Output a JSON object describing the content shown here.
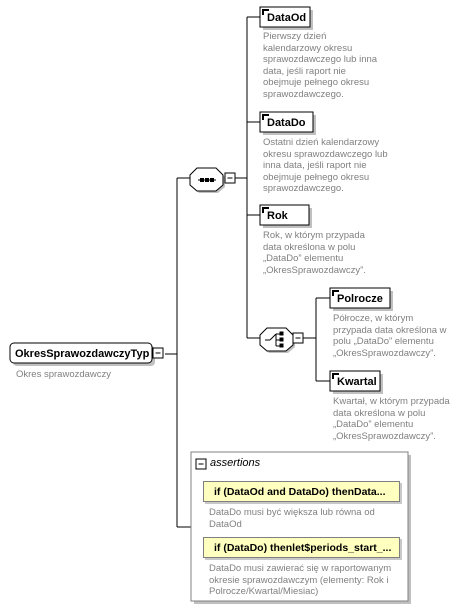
{
  "root": {
    "label": "OkresSprawozdawczyTyp",
    "doc": "Okres sprawozdawczy"
  },
  "elements": [
    {
      "label": "DataOd",
      "doc": "Pierwszy dzień\nkalendarzowy okresu\nsprawozdawczego lub inna\ndata, jeśli raport nie\nobejmuje pełnego okresu\nsprawozdawczego."
    },
    {
      "label": "DataDo",
      "doc": "Ostatni dzień kalendarzowy\nokresu sprawozdawczego lub\ninna data, jeśli raport nie\nobejmuje pełnego okresu\nsprawozdawczego."
    },
    {
      "label": "Rok",
      "doc": "Rok, w którym przypada\ndata określona w polu\n„DataDo” elementu\n„OkresSprawozdawczy”."
    }
  ],
  "choice_elements": [
    {
      "label": "Polrocze",
      "doc": "Półrocze, w którym\nprzypada data określona w\npolu „DataDo” elementu\n„OkresSprawozdawczy”."
    },
    {
      "label": "Kwartal",
      "doc": "Kwartał, w którym przypada\ndata określona w polu\n„DataDo” elementu\n„OkresSprawozdawczy”."
    }
  ],
  "assertions": {
    "title": "assertions",
    "items": [
      {
        "label": "if (DataOd and DataDo) thenData...",
        "doc": "DataDo musi być większa lub równa od\nDataOd"
      },
      {
        "label": "if (DataDo) thenlet$periods_start_...",
        "doc": "DataDo musi zawierać się w raportowanym\nokresie sprawozdawczym (elementy: Rok i\nPolrocze/Kwartal/Miesiac)"
      }
    ]
  },
  "colors": {
    "line": "#000000",
    "assert_fill": "#ffffc0",
    "group_fill": "#ffffff",
    "doc_text": "#808080",
    "shadow": "#c0c0c0"
  }
}
